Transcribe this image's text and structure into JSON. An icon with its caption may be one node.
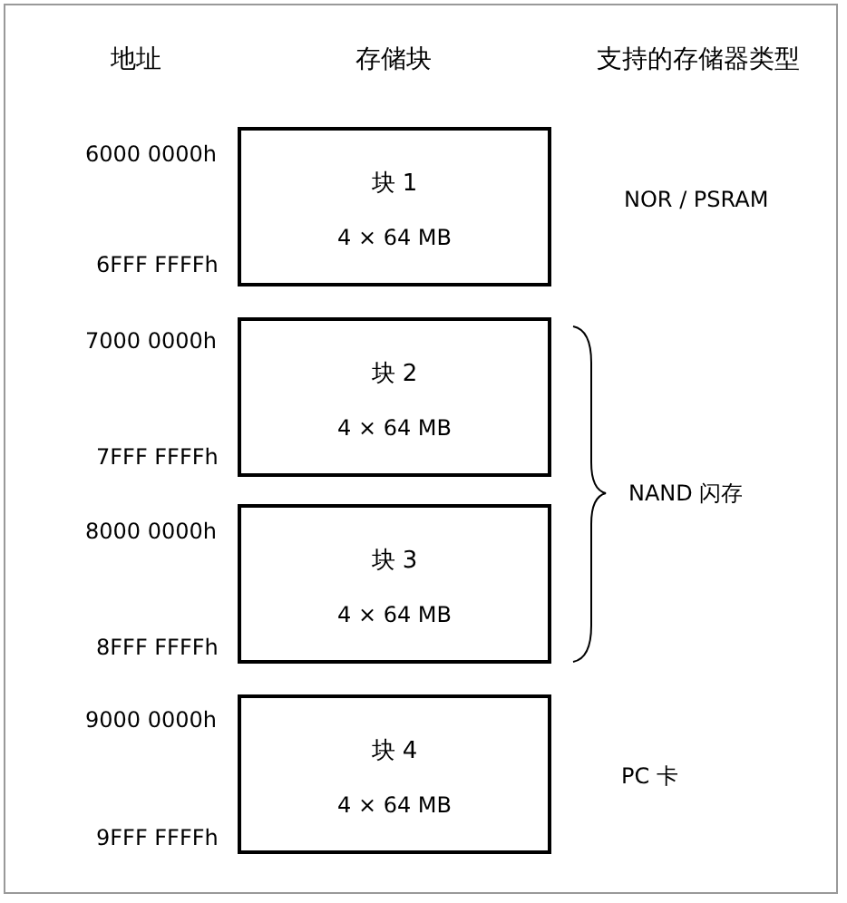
{
  "diagram": {
    "nodes": [
      {
        "text": [
          "块 1",
          "4 × 64 MB"
        ]
      },
      {
        "text": [
          "块 2",
          "4 × 64 MB"
        ]
      },
      {
        "text": [
          "块 3",
          "4 × 64 MB"
        ]
      },
      {
        "text": [
          "块 4",
          "4 × 64 MB"
        ]
      }
    ],
    "edges": [],
    "labels": [
      "地址",
      "存储块",
      "支持的存储器类型",
      "6000 0000h",
      "NOR / PSRAM",
      "6FFF FFFFh",
      "7000 0000h",
      "7FFF FFFFh",
      "NAND 闪存",
      "8000 0000h",
      "8FFF FFFFh",
      "9000 0000h",
      "PC 卡",
      "9FFF FFFFh"
    ]
  }
}
